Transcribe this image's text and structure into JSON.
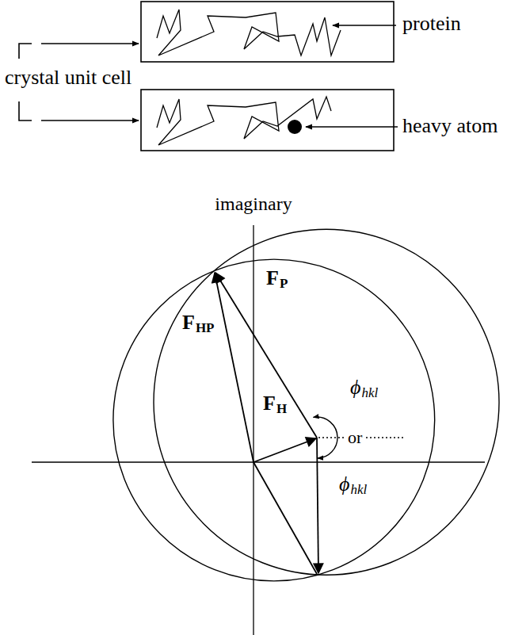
{
  "diagram": {
    "labels": [
      "protein",
      "crystal unit cell",
      "heavy atom",
      "imaginary",
      "F",
      "P",
      "F",
      "HP",
      "F",
      "H",
      "ϕ",
      "hkl",
      "or",
      "ϕ",
      "hkl"
    ]
  }
}
